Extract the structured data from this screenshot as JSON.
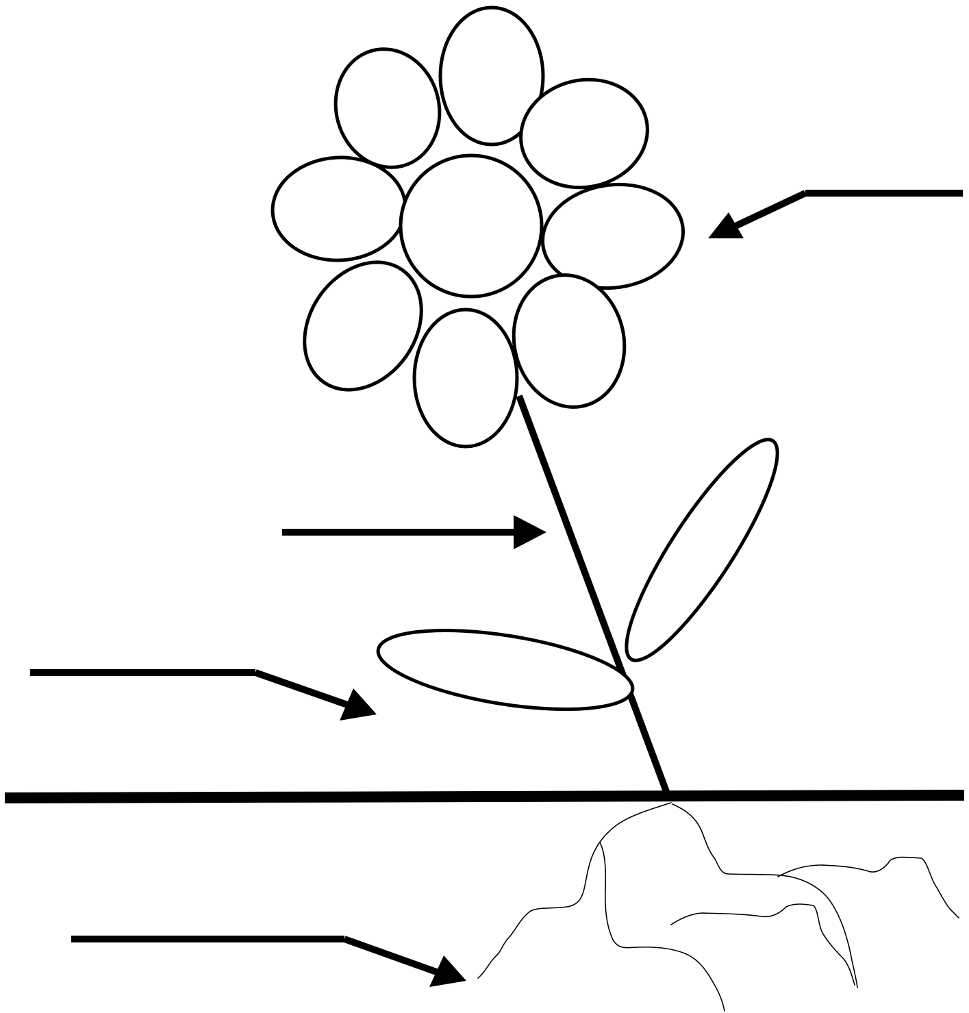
{
  "diagram": {
    "subject": "flower-parts",
    "parts": [
      "flower",
      "stem",
      "leaf",
      "roots"
    ],
    "pointer_targets": {
      "flower": "flower",
      "stem": "stem",
      "leaf": "leaf",
      "roots": "roots"
    },
    "colors": {
      "line": "#000000",
      "background": "#ffffff"
    }
  }
}
